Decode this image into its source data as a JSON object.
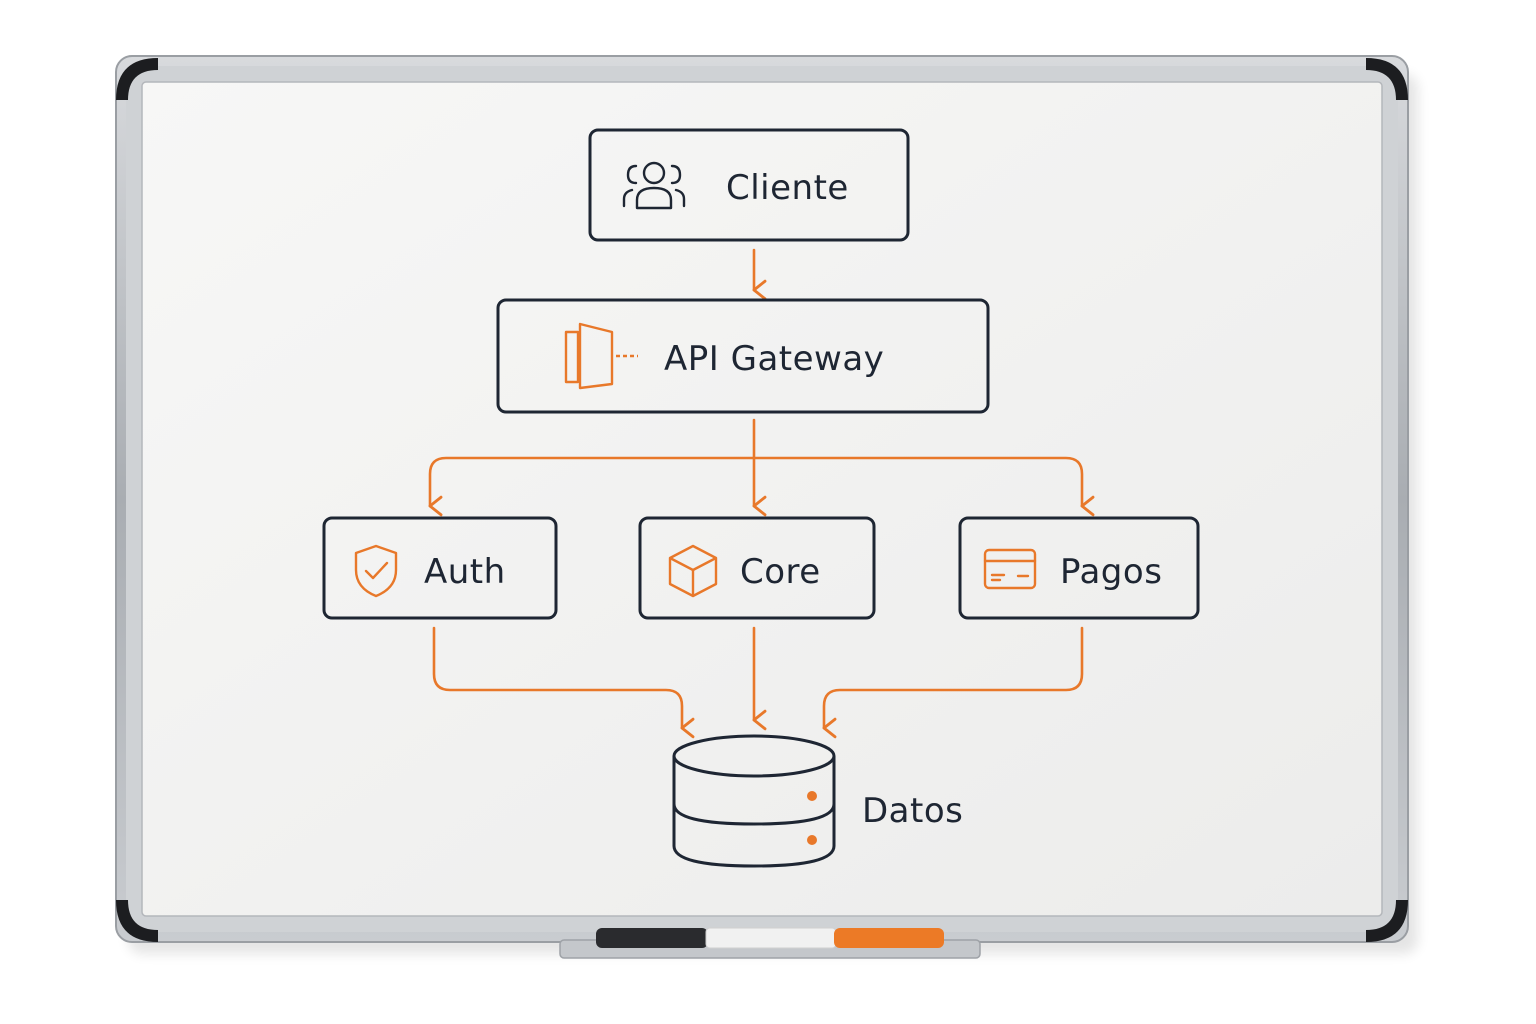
{
  "diagram": {
    "nodes": {
      "cliente": {
        "label": "Cliente",
        "icon": "users-icon"
      },
      "gateway": {
        "label": "API Gateway",
        "icon": "gateway-door-icon"
      },
      "auth": {
        "label": "Auth",
        "icon": "shield-check-icon"
      },
      "core": {
        "label": "Core",
        "icon": "cube-icon"
      },
      "pagos": {
        "label": "Pagos",
        "icon": "credit-card-icon"
      },
      "datos": {
        "label": "Datos",
        "icon": "database-icon"
      }
    },
    "edges": [
      {
        "from": "Cliente",
        "to": "API Gateway"
      },
      {
        "from": "API Gateway",
        "to": "Auth"
      },
      {
        "from": "API Gateway",
        "to": "Core"
      },
      {
        "from": "API Gateway",
        "to": "Pagos"
      },
      {
        "from": "Auth",
        "to": "Datos"
      },
      {
        "from": "Core",
        "to": "Datos"
      },
      {
        "from": "Pagos",
        "to": "Datos"
      }
    ]
  },
  "colors": {
    "ink": "#1e2633",
    "accent": "#e8782a",
    "board": "#f4f4f3",
    "frame": "#b9bcc0"
  }
}
